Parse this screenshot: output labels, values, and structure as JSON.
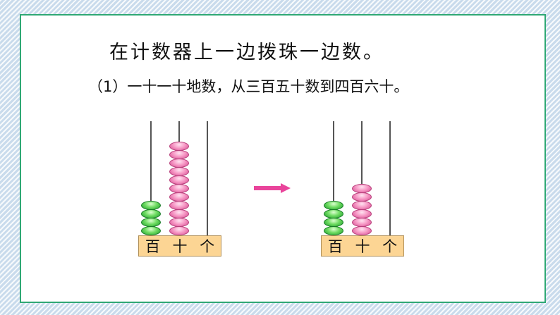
{
  "title": "在计数器上一边拨珠一边数。",
  "subtitle": "（1）一十一十地数，从三百五十数到四百六十。",
  "colors": {
    "hundreds_bead": "#4ccc4c",
    "tens_bead": "#f07ab6",
    "arrow": "#e9449b",
    "base": "#fcd594",
    "frame": "#2fa874"
  },
  "abacus_before": {
    "labels": [
      "百",
      "十",
      "个"
    ],
    "hundreds_beads": 4,
    "tens_beads": 11,
    "ones_beads": 0
  },
  "abacus_after": {
    "labels": [
      "百",
      "十",
      "个"
    ],
    "hundreds_beads": 4,
    "tens_beads": 6,
    "ones_beads": 0
  }
}
